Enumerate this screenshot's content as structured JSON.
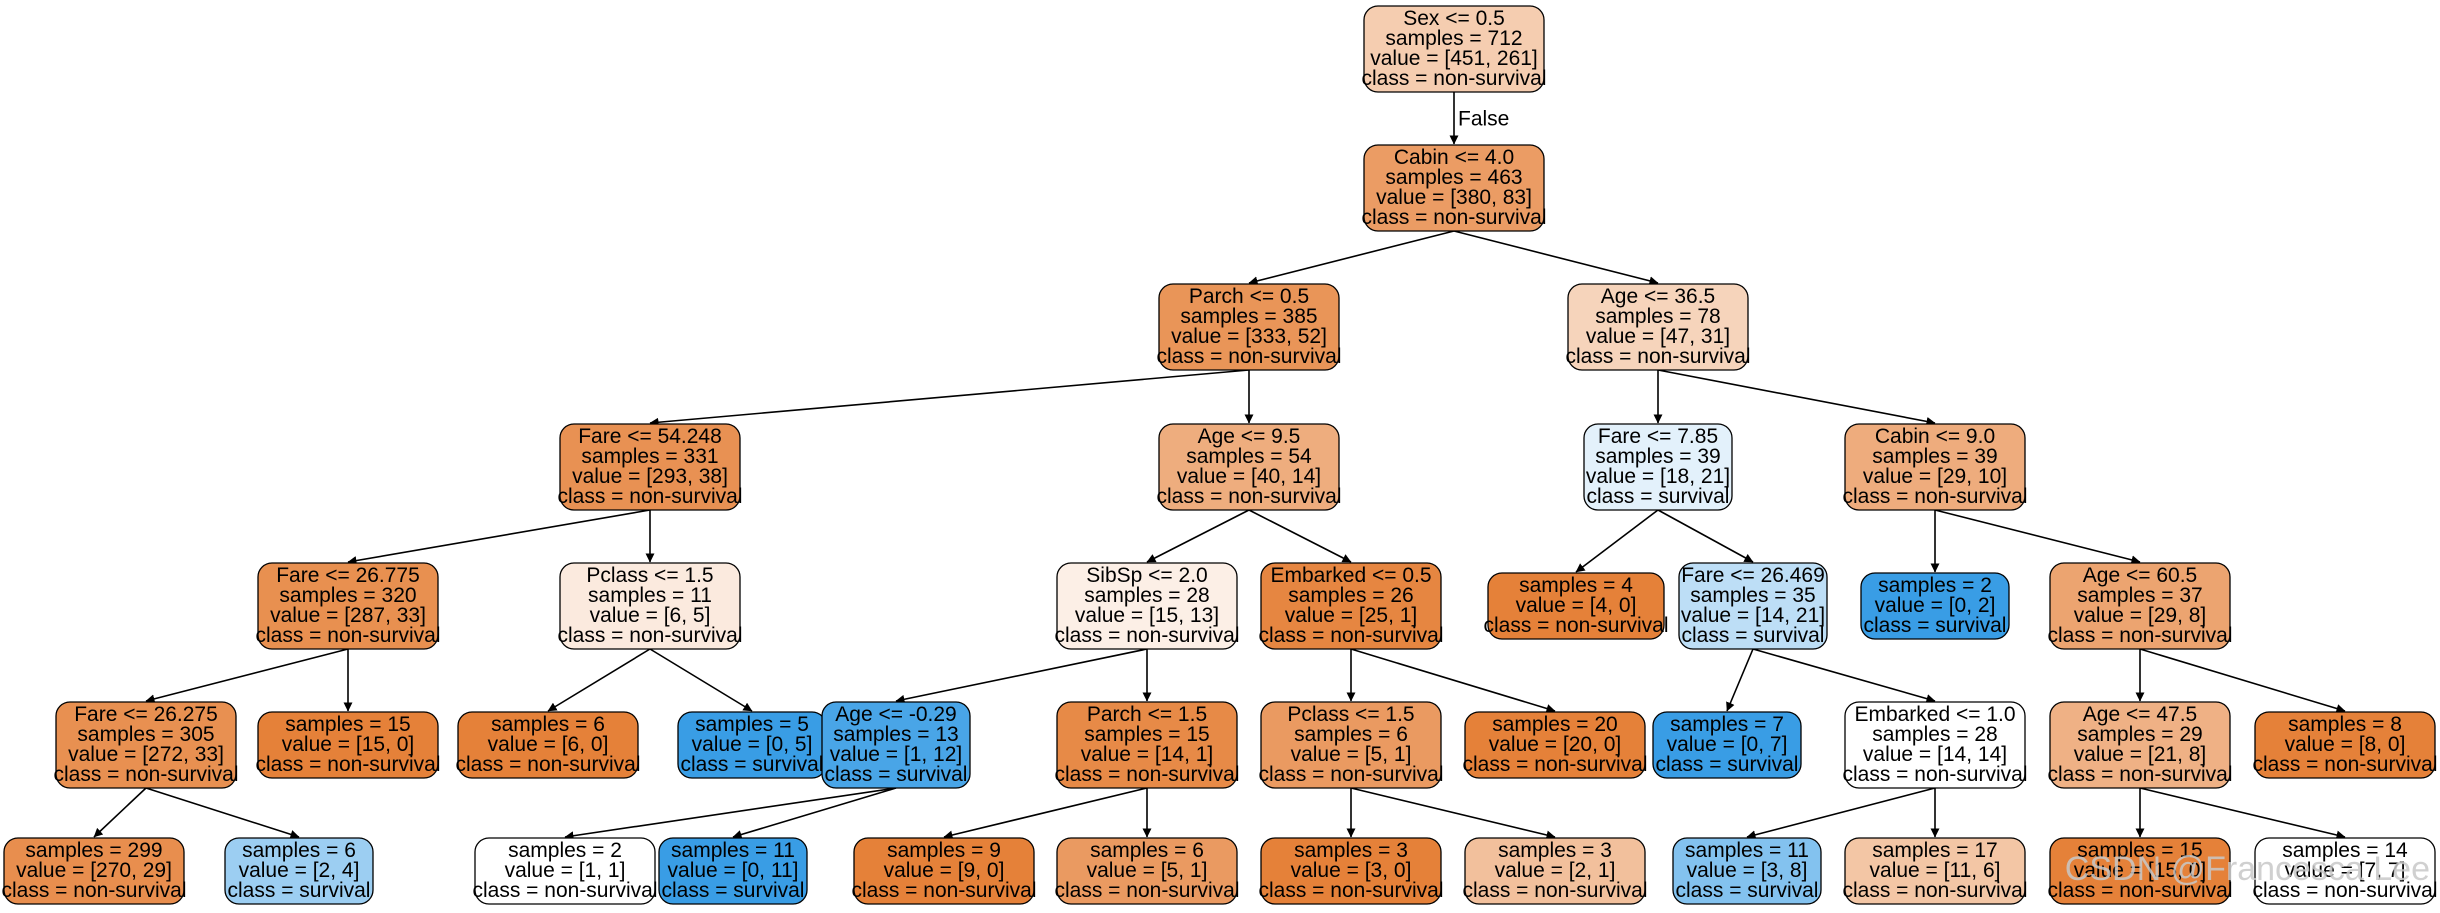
{
  "tree": {
    "nodes": [
      {
        "id": "n0",
        "lines": [
          "Sex <= 0.5",
          "samples = 712",
          "value = [451, 261]",
          "class = non-survival"
        ],
        "color": "#f5cdb0"
      },
      {
        "id": "n1",
        "lines": [
          "Cabin <= 4.0",
          "samples = 463",
          "value = [380, 83]",
          "class = non-survival"
        ],
        "color": "#eb9c64"
      },
      {
        "id": "n2",
        "lines": [
          "Parch <= 0.5",
          "samples = 385",
          "value = [333, 52]",
          "class = non-survival"
        ],
        "color": "#e99558"
      },
      {
        "id": "n3",
        "lines": [
          "Age <= 36.5",
          "samples = 78",
          "value = [47, 31]",
          "class = non-survival"
        ],
        "color": "#f6d4bb"
      },
      {
        "id": "n4",
        "lines": [
          "Fare <= 54.248",
          "samples = 331",
          "value = [293, 38]",
          "class = non-survival"
        ],
        "color": "#e89153"
      },
      {
        "id": "n5",
        "lines": [
          "Age <= 9.5",
          "samples = 54",
          "value = [40, 14]",
          "class = non-survival"
        ],
        "color": "#eead7e"
      },
      {
        "id": "n6",
        "lines": [
          "Fare <= 7.85",
          "samples = 39",
          "value = [18, 21]",
          "class = survival"
        ],
        "color": "#e3f1fb"
      },
      {
        "id": "n7",
        "lines": [
          "Cabin <= 9.0",
          "samples = 39",
          "value = [29, 10]",
          "class = non-survival"
        ],
        "color": "#eeac7d"
      },
      {
        "id": "n8",
        "lines": [
          "Fare <= 26.775",
          "samples = 320",
          "value = [287, 33]",
          "class = non-survival"
        ],
        "color": "#e89050"
      },
      {
        "id": "n9",
        "lines": [
          "Pclass <= 1.5",
          "samples = 11",
          "value = [6, 5]",
          "class = non-survival"
        ],
        "color": "#fbeade"
      },
      {
        "id": "n10",
        "lines": [
          "SibSp <= 2.0",
          "samples = 28",
          "value = [15, 13]",
          "class = non-survival"
        ],
        "color": "#fcefe6"
      },
      {
        "id": "n11",
        "lines": [
          "Embarked <= 0.5",
          "samples = 26",
          "value = [25, 1]",
          "class = non-survival"
        ],
        "color": "#e68641"
      },
      {
        "id": "n12",
        "lines": [
          "samples = 4",
          "value = [4, 0]",
          "class = non-survival"
        ],
        "color": "#e58139"
      },
      {
        "id": "n13",
        "lines": [
          "Fare <= 26.469",
          "samples = 35",
          "value = [14, 21]",
          "class = survival"
        ],
        "color": "#bddef6"
      },
      {
        "id": "n14",
        "lines": [
          "samples = 2",
          "value = [0, 2]",
          "class = survival"
        ],
        "color": "#399de5"
      },
      {
        "id": "n15",
        "lines": [
          "Age <= 60.5",
          "samples = 37",
          "value = [29, 8]",
          "class = non-survival"
        ],
        "color": "#eca470"
      },
      {
        "id": "n16",
        "lines": [
          "Fare <= 26.275",
          "samples = 305",
          "value = [272, 33]",
          "class = non-survival"
        ],
        "color": "#e89051"
      },
      {
        "id": "n17",
        "lines": [
          "samples = 15",
          "value = [15, 0]",
          "class = non-survival"
        ],
        "color": "#e58139"
      },
      {
        "id": "n18",
        "lines": [
          "samples = 6",
          "value = [6, 0]",
          "class = non-survival"
        ],
        "color": "#e58139"
      },
      {
        "id": "n19",
        "lines": [
          "samples = 5",
          "value = [0, 5]",
          "class = survival"
        ],
        "color": "#399de5"
      },
      {
        "id": "n20",
        "lines": [
          "Age <= -0.29",
          "samples = 13",
          "value = [1, 12]",
          "class = survival"
        ],
        "color": "#49a5e7"
      },
      {
        "id": "n21",
        "lines": [
          "Parch <= 1.5",
          "samples = 15",
          "value = [14, 1]",
          "class = non-survival"
        ],
        "color": "#e78a47"
      },
      {
        "id": "n22",
        "lines": [
          "Pclass <= 1.5",
          "samples = 6",
          "value = [5, 1]",
          "class = non-survival"
        ],
        "color": "#ea9a61"
      },
      {
        "id": "n23",
        "lines": [
          "samples = 20",
          "value = [20, 0]",
          "class = non-survival"
        ],
        "color": "#e58139"
      },
      {
        "id": "n24",
        "lines": [
          "samples = 7",
          "value = [0, 7]",
          "class = survival"
        ],
        "color": "#399de5"
      },
      {
        "id": "n25",
        "lines": [
          "Embarked <= 1.0",
          "samples = 28",
          "value = [14, 14]",
          "class = non-survival"
        ],
        "color": "#ffffff"
      },
      {
        "id": "n26",
        "lines": [
          "Age <= 47.5",
          "samples = 29",
          "value = [21, 8]",
          "class = non-survival"
        ],
        "color": "#efb185"
      },
      {
        "id": "n27",
        "lines": [
          "samples = 8",
          "value = [8, 0]",
          "class = non-survival"
        ],
        "color": "#e58139"
      },
      {
        "id": "n28",
        "lines": [
          "samples = 299",
          "value = [270, 29]",
          "class = non-survival"
        ],
        "color": "#e88e4e"
      },
      {
        "id": "n29",
        "lines": [
          "samples = 6",
          "value = [2, 4]",
          "class = survival"
        ],
        "color": "#9ccef2"
      },
      {
        "id": "n30",
        "lines": [
          "samples = 2",
          "value = [1, 1]",
          "class = non-survival"
        ],
        "color": "#ffffff"
      },
      {
        "id": "n31",
        "lines": [
          "samples = 11",
          "value = [0, 11]",
          "class = survival"
        ],
        "color": "#399de5"
      },
      {
        "id": "n32",
        "lines": [
          "samples = 9",
          "value = [9, 0]",
          "class = non-survival"
        ],
        "color": "#e58139"
      },
      {
        "id": "n33",
        "lines": [
          "samples = 6",
          "value = [5, 1]",
          "class = non-survival"
        ],
        "color": "#ea9a61"
      },
      {
        "id": "n34",
        "lines": [
          "samples = 3",
          "value = [3, 0]",
          "class = non-survival"
        ],
        "color": "#e58139"
      },
      {
        "id": "n35",
        "lines": [
          "samples = 3",
          "value = [2, 1]",
          "class = non-survival"
        ],
        "color": "#f2c09c"
      },
      {
        "id": "n36",
        "lines": [
          "samples = 11",
          "value = [3, 8]",
          "class = survival"
        ],
        "color": "#83c2ef"
      },
      {
        "id": "n37",
        "lines": [
          "samples = 17",
          "value = [11, 6]",
          "class = non-survival"
        ],
        "color": "#f3c6a5"
      },
      {
        "id": "n38",
        "lines": [
          "samples = 15",
          "value = [15, 0]",
          "class = non-survival"
        ],
        "color": "#e58139"
      },
      {
        "id": "n39",
        "lines": [
          "samples = 14",
          "value = [7, 7]",
          "class = non-survival"
        ],
        "color": "#ffffff"
      }
    ],
    "edges": [
      {
        "from": "n0",
        "to": "n1",
        "label": "False"
      },
      {
        "from": "n1",
        "to": "n2",
        "label": ""
      },
      {
        "from": "n1",
        "to": "n3",
        "label": ""
      },
      {
        "from": "n2",
        "to": "n4",
        "label": ""
      },
      {
        "from": "n2",
        "to": "n5",
        "label": ""
      },
      {
        "from": "n3",
        "to": "n6",
        "label": ""
      },
      {
        "from": "n3",
        "to": "n7",
        "label": ""
      },
      {
        "from": "n4",
        "to": "n8",
        "label": ""
      },
      {
        "from": "n4",
        "to": "n9",
        "label": ""
      },
      {
        "from": "n5",
        "to": "n10",
        "label": ""
      },
      {
        "from": "n5",
        "to": "n11",
        "label": ""
      },
      {
        "from": "n6",
        "to": "n12",
        "label": ""
      },
      {
        "from": "n6",
        "to": "n13",
        "label": ""
      },
      {
        "from": "n7",
        "to": "n14",
        "label": ""
      },
      {
        "from": "n7",
        "to": "n15",
        "label": ""
      },
      {
        "from": "n8",
        "to": "n16",
        "label": ""
      },
      {
        "from": "n8",
        "to": "n17",
        "label": ""
      },
      {
        "from": "n9",
        "to": "n18",
        "label": ""
      },
      {
        "from": "n9",
        "to": "n19",
        "label": ""
      },
      {
        "from": "n10",
        "to": "n20",
        "label": ""
      },
      {
        "from": "n10",
        "to": "n21",
        "label": ""
      },
      {
        "from": "n11",
        "to": "n22",
        "label": ""
      },
      {
        "from": "n11",
        "to": "n23",
        "label": ""
      },
      {
        "from": "n13",
        "to": "n24",
        "label": ""
      },
      {
        "from": "n13",
        "to": "n25",
        "label": ""
      },
      {
        "from": "n15",
        "to": "n26",
        "label": ""
      },
      {
        "from": "n15",
        "to": "n27",
        "label": ""
      },
      {
        "from": "n16",
        "to": "n28",
        "label": ""
      },
      {
        "from": "n16",
        "to": "n29",
        "label": ""
      },
      {
        "from": "n20",
        "to": "n30",
        "label": ""
      },
      {
        "from": "n20",
        "to": "n31",
        "label": ""
      },
      {
        "from": "n21",
        "to": "n32",
        "label": ""
      },
      {
        "from": "n21",
        "to": "n33",
        "label": ""
      },
      {
        "from": "n22",
        "to": "n34",
        "label": ""
      },
      {
        "from": "n22",
        "to": "n35",
        "label": ""
      },
      {
        "from": "n25",
        "to": "n36",
        "label": ""
      },
      {
        "from": "n25",
        "to": "n37",
        "label": ""
      },
      {
        "from": "n26",
        "to": "n38",
        "label": ""
      },
      {
        "from": "n26",
        "to": "n39",
        "label": ""
      }
    ]
  },
  "watermark": {
    "text": "CSDN @Francesca Lee"
  }
}
